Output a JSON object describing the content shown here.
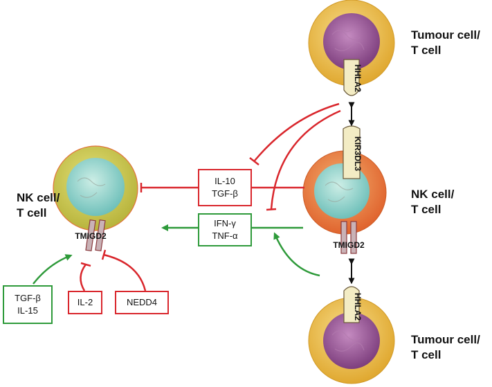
{
  "labels": {
    "top_cell": [
      "Tumour cell/",
      "T cell"
    ],
    "bottom_cell": [
      "Tumour cell/",
      "T cell"
    ],
    "right_nk": [
      "NK cell/",
      "T cell"
    ],
    "left_nk": [
      "NK cell/",
      "T cell"
    ]
  },
  "receptors": {
    "hhla2_top": "HHLA2",
    "hhla2_bottom": "HHLA2",
    "kir3dl3": "KIR3DL3",
    "tmigd2_right": "TMIGD2",
    "tmigd2_left": "TMIGD2"
  },
  "boxes": {
    "inhibitory_cytokines": [
      "IL-10",
      "TGF-β"
    ],
    "activating_cytokines": [
      "IFN-γ",
      "TNF-α"
    ],
    "tgf_il15": [
      "TGF-β",
      "IL-15"
    ],
    "il2": "IL-2",
    "nedd4": "NEDD4"
  },
  "colors": {
    "inhibit": "#d9262c",
    "activate": "#2e9a3a",
    "tumour_membrane": "#e8b540",
    "tumour_nucleus": "#8e4c8e",
    "nk_membrane_right": "#e2703a",
    "nk_membrane_left": "#c3c248",
    "nk_nucleus": "#8ccfc8"
  }
}
